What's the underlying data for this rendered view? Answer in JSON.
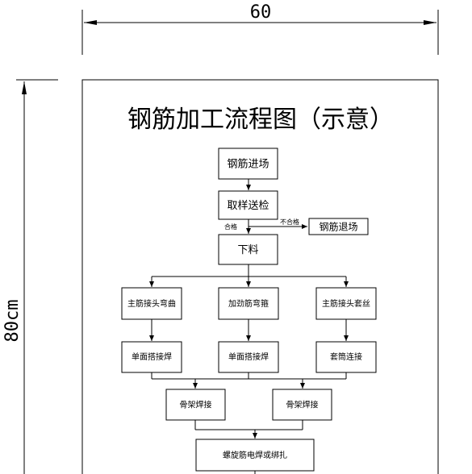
{
  "dimensions": {
    "width_label": "60",
    "height_label": "80cm"
  },
  "title": "钢筋加工流程图（示意）",
  "nodes": {
    "arrival": "钢筋进场",
    "sampling": "取样送检",
    "rejected": "钢筋退场",
    "cutting": "下料",
    "main_bend": "主筋接头弯曲",
    "stiffener_bend": "加劲筋弯箍",
    "main_thread": "主筋接头套丝",
    "weld_left": "单面搭接焊",
    "weld_mid": "单面搭接焊",
    "sleeve": "套筒连接",
    "cage_left": "骨架焊接",
    "cage_right": "骨架焊接",
    "spiral": "螺旋筋电焊或绑扎"
  },
  "edge_labels": {
    "pass": "合格",
    "fail": "不合格"
  }
}
